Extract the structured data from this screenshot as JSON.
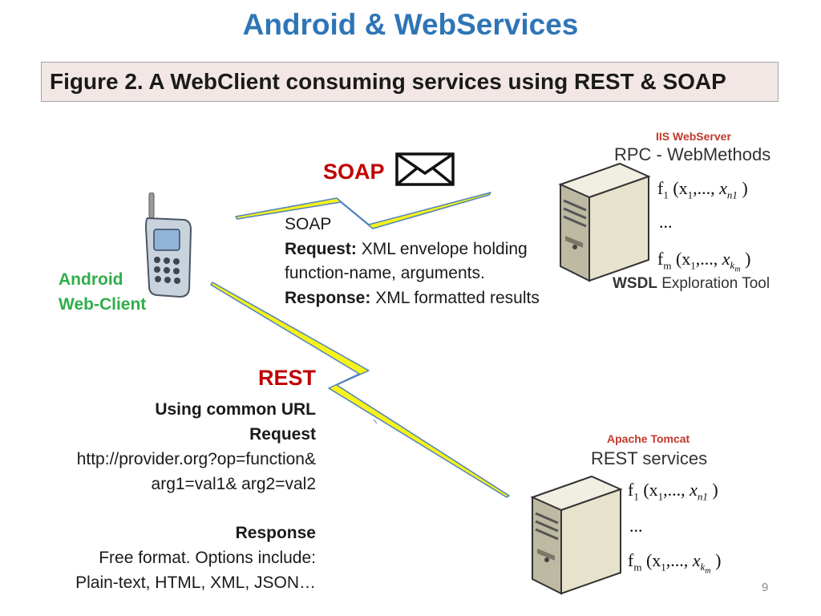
{
  "slide": {
    "title": "Android & WebServices",
    "caption": "Figure 2. A WebClient consuming services using REST & SOAP",
    "page_number": "9"
  },
  "client": {
    "line1": "Android",
    "line2": "Web-Client",
    "label_color": "#2fae4a"
  },
  "soap": {
    "heading": "SOAP",
    "icon": "envelope-icon",
    "line0": "SOAP",
    "request_label": "Request:",
    "request_text": " XML envelope holding",
    "request_text2": "function-name, arguments.",
    "response_label": "Response:",
    "response_text": " XML formatted results"
  },
  "rest": {
    "heading": "REST",
    "line1": "Using common URL",
    "line2": "Request",
    "line3": "http://provider.org?op=function&",
    "line4": "arg1=val1& arg2=val2",
    "line5": "Response",
    "line6": "Free format. Options include:",
    "line7": "Plain-text, HTML, XML, JSON…"
  },
  "iis_server": {
    "name": "IIS WebServer",
    "subtitle": "RPC - WebMethods",
    "f1": "f",
    "f1_sub": "1",
    "f1_args": " (x",
    "f1_args_sub": "1",
    "f1_args_rest": ",..., ",
    "f1_last": "x",
    "f1_last_sub": "n1",
    "f1_close": " )",
    "dots": "...",
    "fm": "f",
    "fm_sub": "m",
    "fm_args": " (x",
    "fm_args_sub": "1",
    "fm_args_rest": ",..., ",
    "fm_last": "x",
    "fm_last_sub": "k",
    "fm_last_subsub": "m",
    "fm_close": " )",
    "wsdl_label": "WSDL",
    "wsdl_text": "  Exploration Tool"
  },
  "tomcat_server": {
    "name": "Apache Tomcat",
    "subtitle": "REST services",
    "f1": "f",
    "f1_sub": "1",
    "f1_args": " (x",
    "f1_args_sub": "1",
    "f1_args_rest": ",..., ",
    "f1_last": "x",
    "f1_last_sub": "n1",
    "f1_close": " )",
    "dots": "...",
    "fm": "f",
    "fm_sub": "m",
    "fm_args": " (x",
    "fm_args_sub": "1",
    "fm_args_rest": ",..., ",
    "fm_last": "x",
    "fm_last_sub": "k",
    "fm_last_subsub": "m",
    "fm_close": " )"
  },
  "colors": {
    "title": "#2e75b6",
    "accent_red": "#c00000",
    "lightning": "#f7f21a",
    "wire": "#4f81bd"
  }
}
